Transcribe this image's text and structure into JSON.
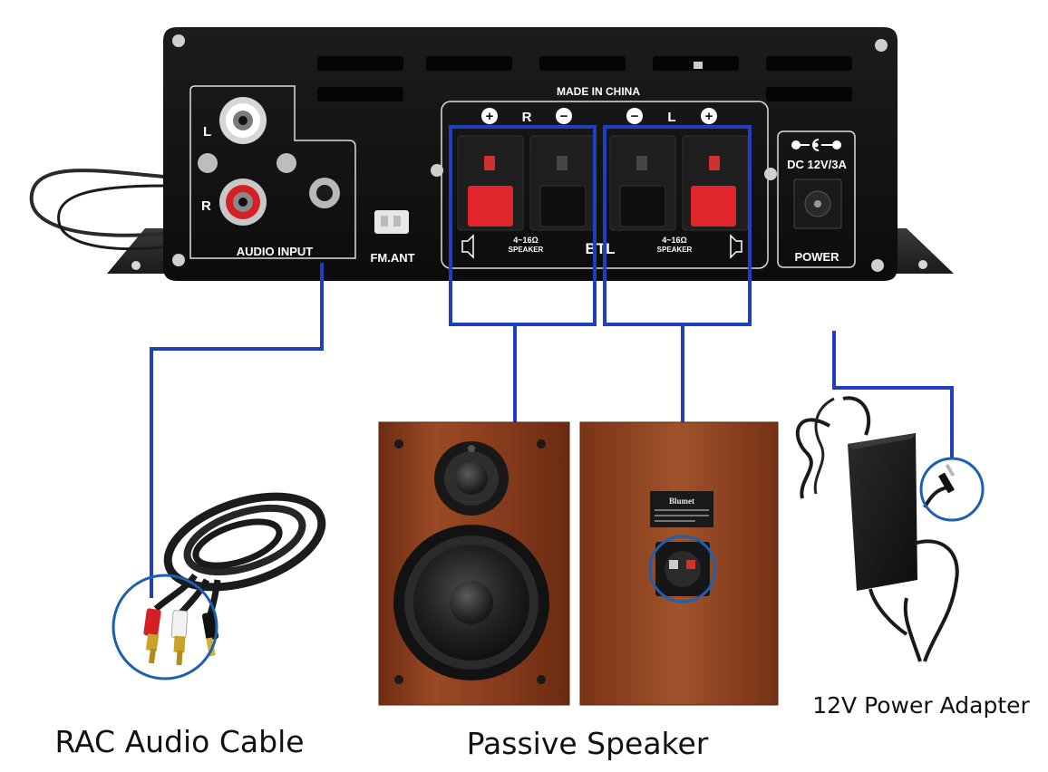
{
  "amplifier": {
    "made_in": "MADE IN CHINA",
    "audio_input_label": "AUDIO INPUT",
    "channel_left": "L",
    "channel_right": "R",
    "fm_ant_label": "FM.ANT",
    "right_terminal_label": "R",
    "left_terminal_label": "L",
    "speaker_spec": "4~16Ω",
    "speaker_word": "SPEAKER",
    "btl_label": "BTL",
    "dc_rating": "DC 12V/3A",
    "power_label": "POWER",
    "plus_sign": "+",
    "minus_sign": "−"
  },
  "speaker_back": {
    "brand": "Blumet"
  },
  "captions": {
    "cable": "RAC Audio Cable",
    "speaker": "Passive Speaker",
    "adapter": "12V Power Adapter"
  },
  "colors": {
    "connector_blue": "#1f3fbf",
    "callout_circle": "#1d5fb0",
    "panel_black": "#111111",
    "wood": "#8a3d1e",
    "terminal_red": "#e0262b"
  },
  "icons": [
    "speaker-icon",
    "screw-icon",
    "rca-jack-icon",
    "dc-jack-icon"
  ]
}
